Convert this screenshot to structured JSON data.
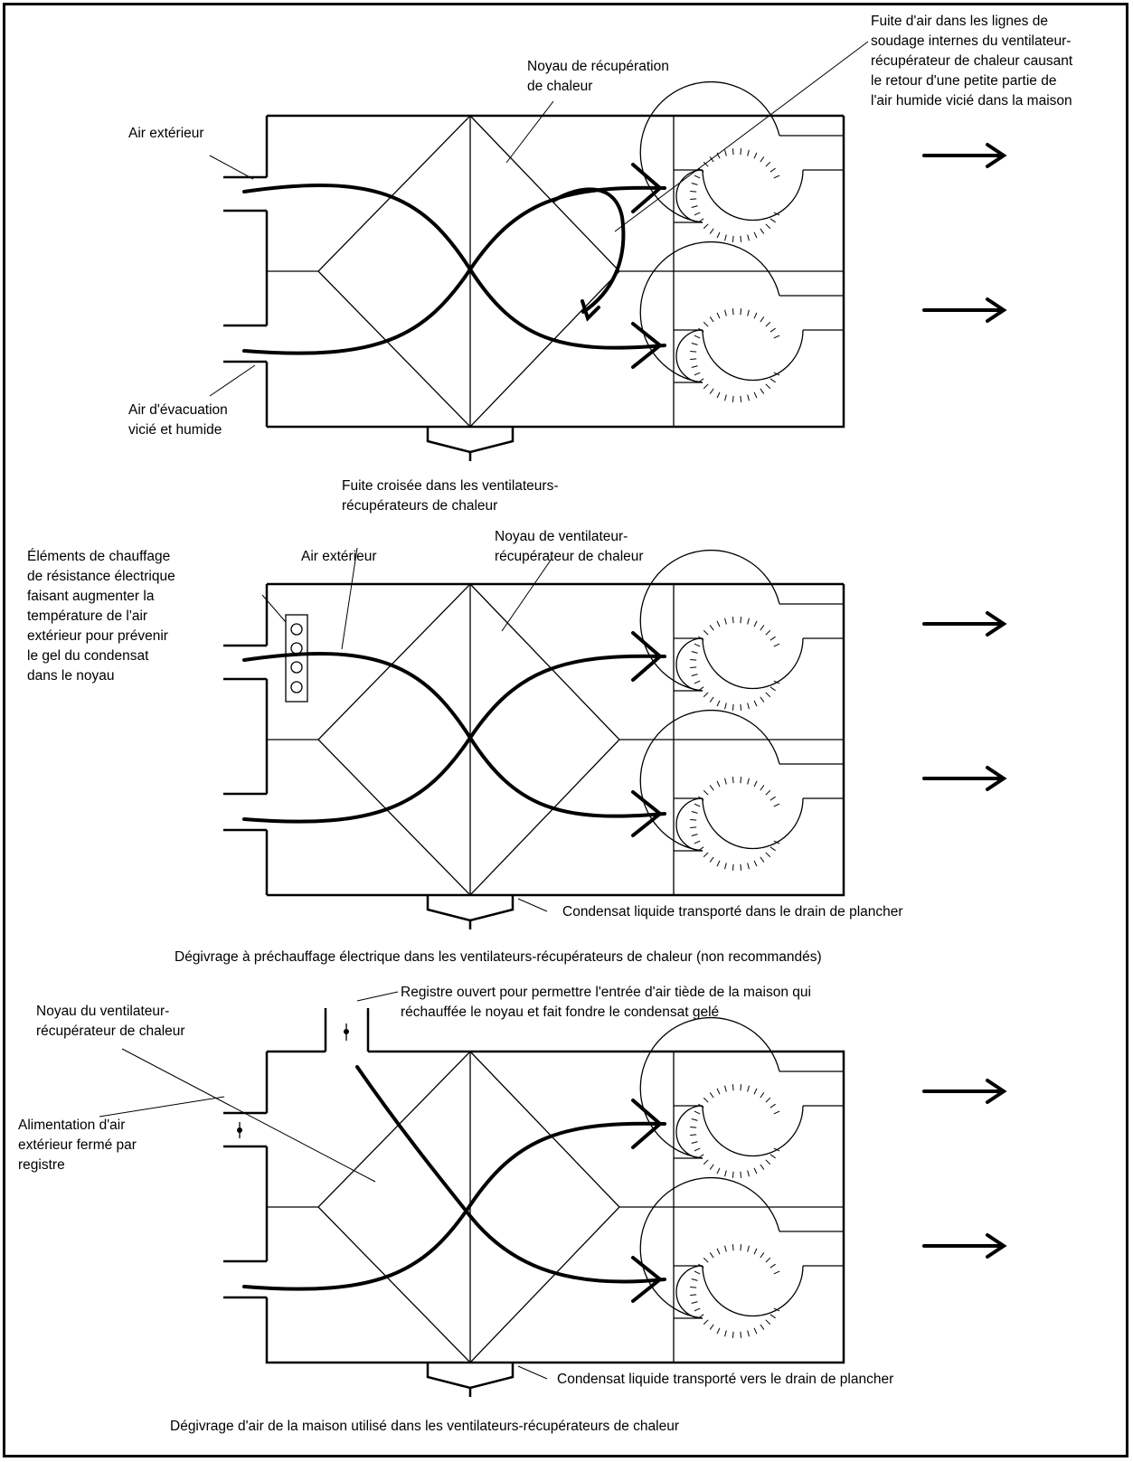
{
  "panels": [
    {
      "caption": [
        "Fuite croisée dans les ventilateurs-",
        "récupérateurs de chaleur"
      ],
      "labels": {
        "core": [
          "Noyau de récupération",
          "de chaleur"
        ],
        "outdoor_air": [
          "Air extérieur"
        ],
        "exhaust_air": [
          "Air d'évacuation",
          "vicié et humide"
        ],
        "leak": [
          "Fuite d'air dans les lignes de",
          "soudage internes du ventilateur-",
          "récupérateur de chaleur causant",
          "le retour d'une petite partie de",
          "l'air humide vicié dans la maison"
        ]
      }
    },
    {
      "caption": [
        "Dégivrage à préchauffage électrique dans les ventilateurs-récupérateurs de chaleur (non recommandés)"
      ],
      "labels": {
        "heater": [
          "Éléments de chauffage",
          "de résistance électrique",
          "faisant augmenter la",
          "température de l'air",
          "extérieur pour prévenir",
          "le gel du condensat",
          "dans le noyau"
        ],
        "outdoor_air": [
          "Air extérieur"
        ],
        "core": [
          "Noyau de ventilateur-",
          "récupérateur de chaleur"
        ],
        "condensate": [
          "Condensat liquide transporté dans le drain de plancher"
        ]
      }
    },
    {
      "caption": [
        "Dégivrage d'air de la maison utilisé dans les ventilateurs-récupérateurs de chaleur"
      ],
      "labels": {
        "damper_open": [
          "Registre ouvert pour permettre l'entrée d'air tiède de la maison qui",
          "réchauffée le noyau et fait fondre le condensat gelé"
        ],
        "core": [
          "Noyau du ventilateur-",
          "récupérateur de chaleur"
        ],
        "damper_closed": [
          "Alimentation d'air",
          "extérieur fermé par",
          "registre"
        ],
        "condensate": [
          "Condensat liquide transporté vers le drain de plancher"
        ]
      }
    }
  ]
}
